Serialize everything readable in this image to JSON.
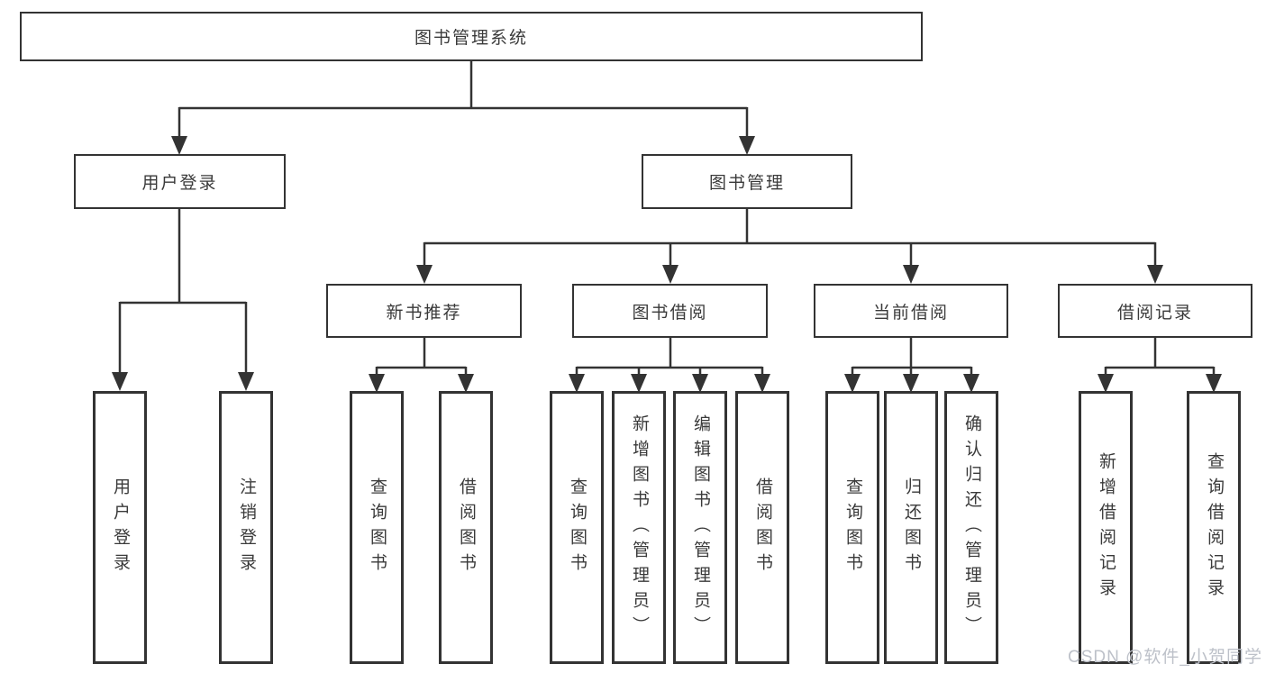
{
  "diagram": {
    "root": {
      "label": "图书管理系统"
    },
    "level2": [
      {
        "label": "用户登录"
      },
      {
        "label": "图书管理"
      }
    ],
    "level3": [
      {
        "label": "新书推荐"
      },
      {
        "label": "图书借阅"
      },
      {
        "label": "当前借阅"
      },
      {
        "label": "借阅记录"
      }
    ],
    "leaves": {
      "userLogin": [
        "用户登录",
        "注销登录"
      ],
      "newBooks": [
        "查询图书",
        "借阅图书"
      ],
      "bookBorrow": [
        "查询图书",
        "新增图书（管理员）",
        "编辑图书（管理员）",
        "借阅图书"
      ],
      "currentBorrow": [
        "查询图书",
        "归还图书",
        "确认归还（管理员）"
      ],
      "borrowRecords": [
        "新增借阅记录",
        "查询借阅记录"
      ]
    }
  },
  "watermark": {
    "text": "CSDN @软件_小贺同学"
  },
  "colors": {
    "line": "#333333",
    "border": "#333333",
    "text": "#3a3a3a",
    "watermark": "#bdc1c9",
    "background": "#ffffff"
  }
}
